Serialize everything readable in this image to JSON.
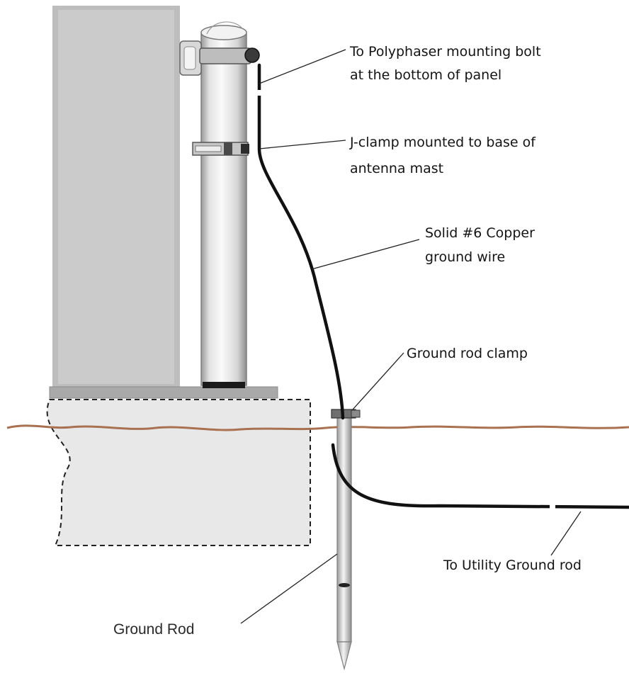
{
  "labels": {
    "polyphaser_line1": "To Polyphaser mounting bolt",
    "polyphaser_line2": "at the bottom of panel",
    "jclamp_line1": "J-clamp mounted to base of",
    "jclamp_line2": "antenna mast",
    "copper_line1": "Solid #6 Copper",
    "copper_line2": "ground wire",
    "rod_clamp": "Ground rod clamp",
    "utility": "To Utility Ground rod",
    "ground_rod": "Ground Rod"
  },
  "colors": {
    "panel": "#c9c9c9",
    "mast": "#eeeeee",
    "footing": "#e9e9e9",
    "ground_line": "#a9714f",
    "wire": "#111111"
  }
}
